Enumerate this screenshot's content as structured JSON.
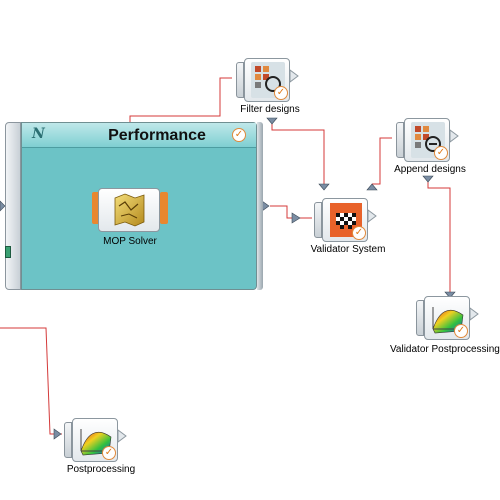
{
  "canvas": {
    "composite": {
      "title": "Performance",
      "icon_text": "N",
      "status": "done"
    },
    "nodes": {
      "mop_solver": "MOP Solver",
      "filter_designs": "Filter designs",
      "append_designs": "Append designs",
      "validator_system": "Validator System",
      "validator_postprocessing": "Validator Postprocessing",
      "postprocessing": "Postprocessing"
    },
    "check_glyph": "✓"
  },
  "colors": {
    "wire": "#d43a3a",
    "port": "#7a8da3",
    "panel": "#6cc3c6"
  }
}
